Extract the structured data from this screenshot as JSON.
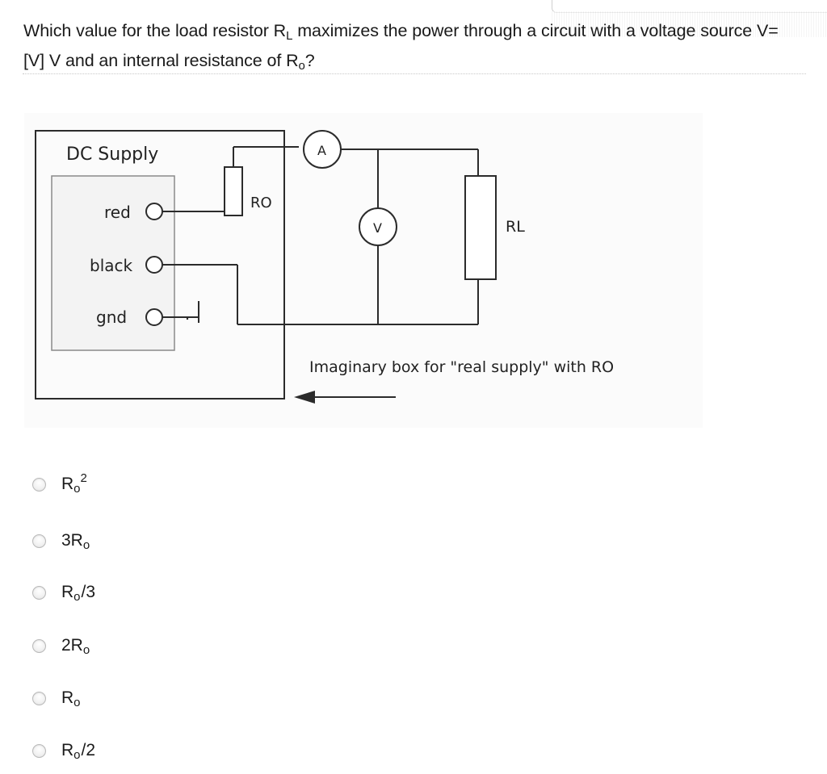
{
  "question": {
    "part1": "Which value for the load resistor R",
    "sub_L": "L",
    "part2": " maximizes the power through a circuit with a voltage source V=[V] V and an internal resistance of R",
    "sub_o": "o",
    "part3": "?"
  },
  "diagram": {
    "supply_title": "DC Supply",
    "terminal_red": "red",
    "terminal_black": "black",
    "terminal_gnd": "gnd",
    "resistor_ro": "RO",
    "ammeter": "A",
    "voltmeter": "V",
    "resistor_rl": "RL",
    "caption": "Imaginary box for \"real supply\" with RO"
  },
  "options": [
    {
      "base": "R",
      "sub": "o",
      "sup": "2",
      "tail": ""
    },
    {
      "base": "3R",
      "sub": "o",
      "sup": "",
      "tail": ""
    },
    {
      "base": "R",
      "sub": "o",
      "sup": "",
      "tail": "/3"
    },
    {
      "base": "2R",
      "sub": "o",
      "sup": "",
      "tail": ""
    },
    {
      "base": "R",
      "sub": "o",
      "sup": "",
      "tail": ""
    },
    {
      "base": "R",
      "sub": "o",
      "sup": "",
      "tail": "/2"
    }
  ]
}
